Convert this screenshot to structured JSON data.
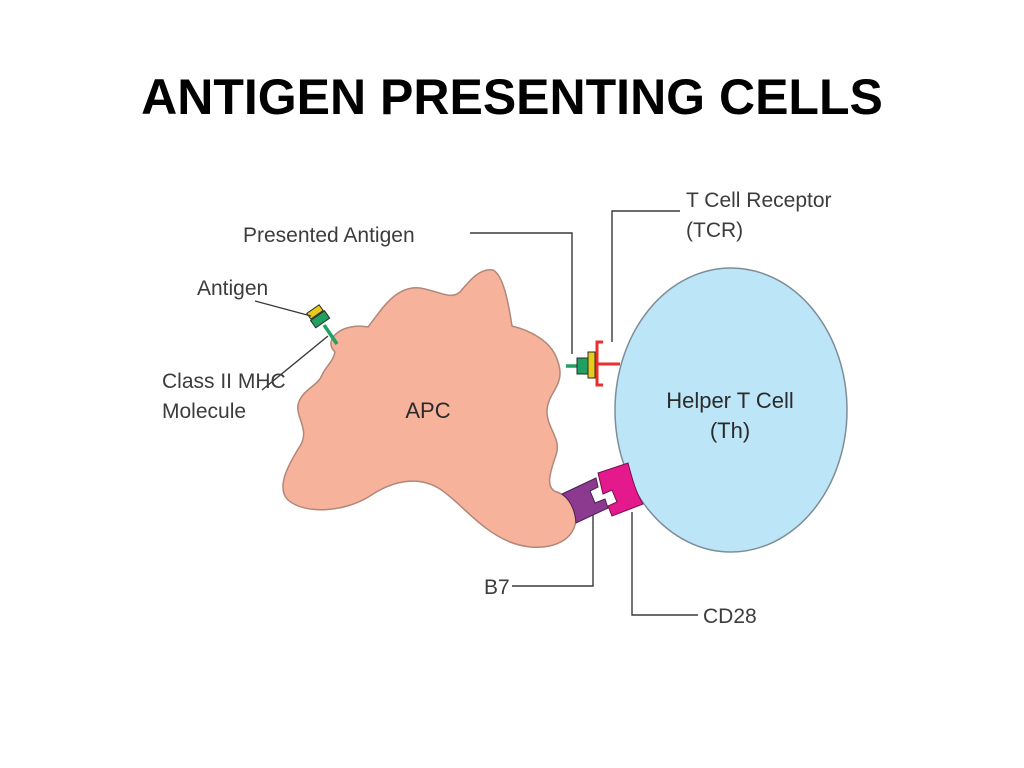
{
  "slide": {
    "title": "ANTIGEN PRESENTING CELLS"
  },
  "diagram": {
    "cells": {
      "apc": {
        "label": "APC",
        "color": "#f6b29a"
      },
      "helper_t": {
        "label_line1": "Helper T Cell",
        "label_line2": "(Th)",
        "color": "#bde5f8"
      }
    },
    "labels": {
      "presented_antigen": "Presented Antigen",
      "tcr_line1": "T Cell Receptor",
      "tcr_line2": "(TCR)",
      "antigen": "Antigen",
      "mhc_line1": "Class II MHC",
      "mhc_line2": "Molecule",
      "b7": "B7",
      "cd28": "CD28"
    },
    "colors": {
      "mhc": "#22a061",
      "antigen": "#e8cc1a",
      "tcr": "#e8302f",
      "b7": "#8b3a90",
      "cd28": "#e4198b"
    }
  }
}
